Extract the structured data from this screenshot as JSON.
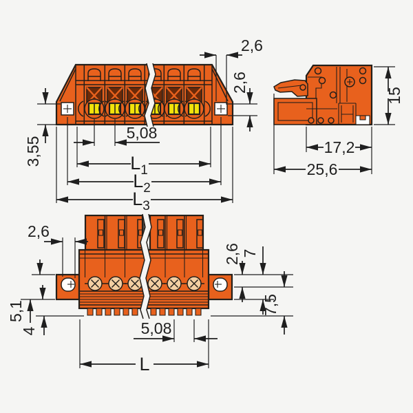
{
  "title": "Connector technical drawing with dimensions",
  "colors": {
    "background": "#f5f5f3",
    "body": "#e8611d",
    "spring": "#6b2a08",
    "yellow": "#f2e30a",
    "tan": "#f3cfa3",
    "white": "#ffffff",
    "outline": "#241f1a",
    "dim": "#1f1f1f"
  },
  "views": {
    "front": {
      "top_offset": "2,6",
      "side_offset": "2,6",
      "flange_offset": "3,55",
      "pin_spacing": "5,08",
      "l1": "L",
      "l1_sub": "1",
      "l2": "L",
      "l2_sub": "2",
      "l3": "L",
      "l3_sub": "3"
    },
    "side": {
      "height": "15",
      "depth": "17,2",
      "total_depth": "25,6"
    },
    "bottom": {
      "flange_hole_offset": "2,6",
      "flange_height": "5,1",
      "pin_length": "4",
      "right_top_offset": "2,6",
      "right_upper_depth": "7",
      "right_lower_depth": "7,5",
      "pin_spacing": "5,08",
      "length": "L"
    }
  }
}
